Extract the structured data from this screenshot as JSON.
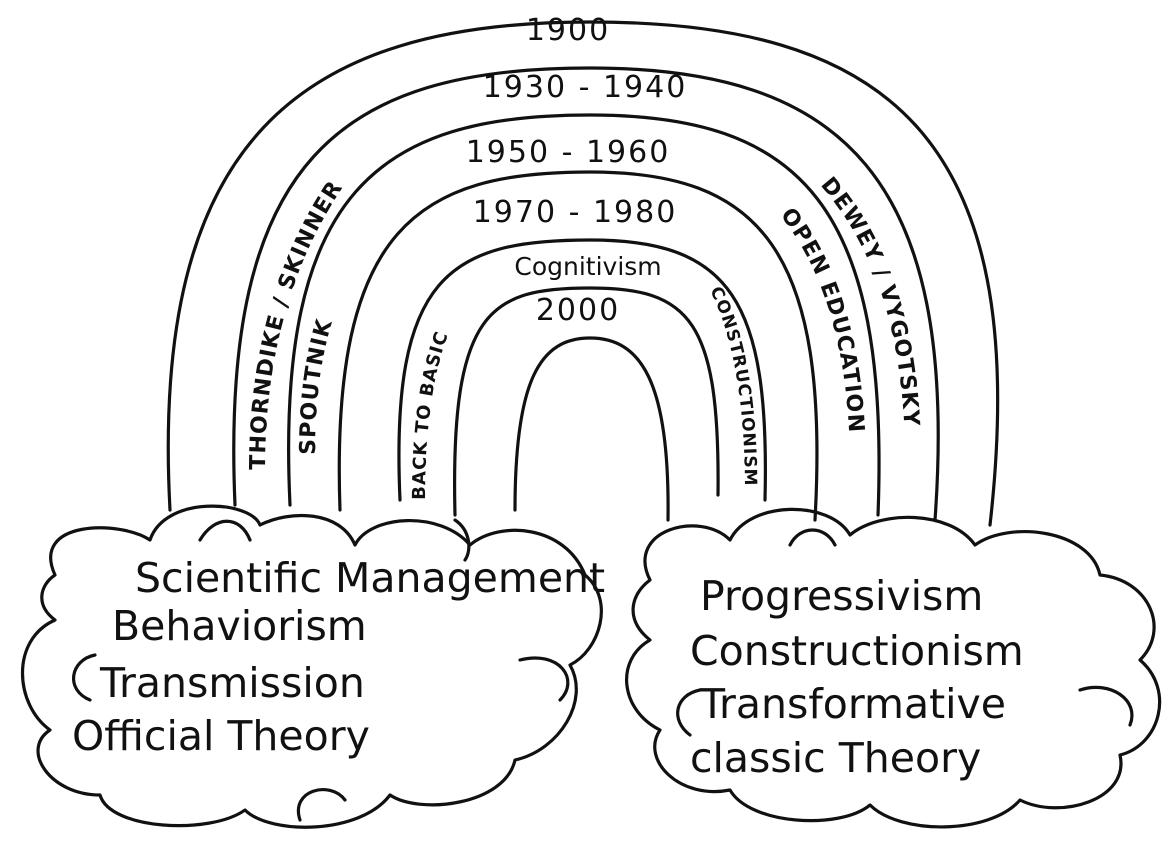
{
  "rainbow": {
    "bands": [
      {
        "id": "band-1900",
        "year": "1900",
        "left_label": "",
        "right_label": "DEWEY / VYGOTSKY"
      },
      {
        "id": "band-1930",
        "year": "1930 - 1940",
        "left_label": "THORNDIKE / SKINNER",
        "right_label": ""
      },
      {
        "id": "band-1950",
        "year": "1950 - 1960",
        "left_label": "SPOUTNIK",
        "right_label": "OPEN EDUCATION"
      },
      {
        "id": "band-1970",
        "year": "1970 - 1980",
        "left_label": "BACK TO BASIC",
        "right_label": "CONSTRUCTIONISM"
      },
      {
        "id": "band-2000",
        "year": "2000",
        "left_label": "",
        "right_label": ""
      }
    ],
    "inner_label": "Cognitivism"
  },
  "left_cloud": {
    "lines": [
      "Scientific Management",
      "Behaviorism",
      "Transmission",
      "Official Theory"
    ]
  },
  "right_cloud": {
    "lines": [
      "Progressivism",
      "Constructionism",
      "Transformative",
      "classic Theory"
    ]
  }
}
